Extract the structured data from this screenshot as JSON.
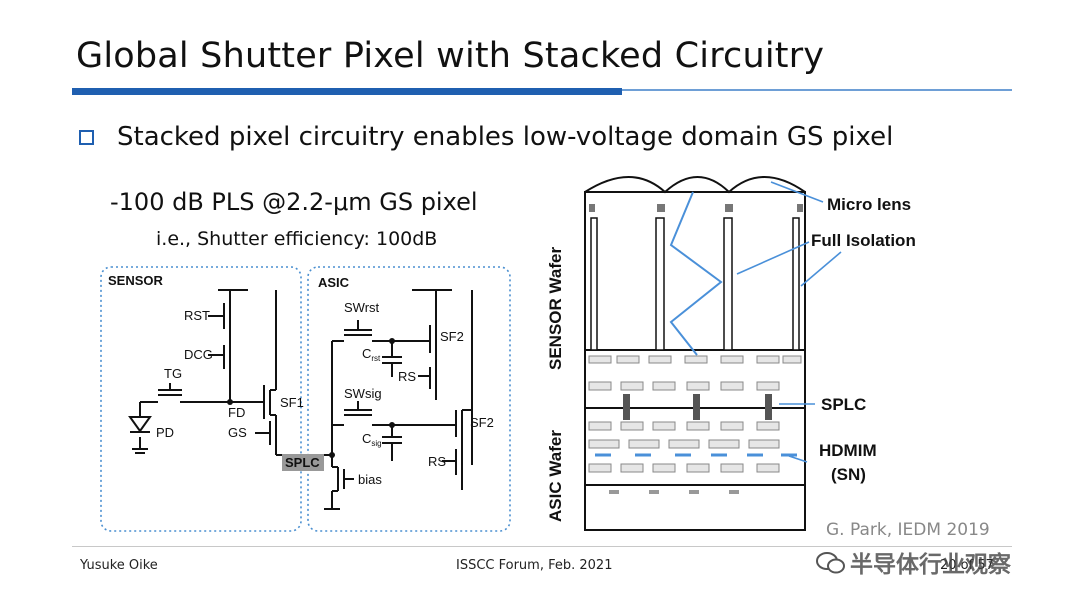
{
  "title": "Global Shutter Pixel with Stacked Circuitry",
  "bullet": "Stacked pixel circuitry enables low-voltage domain GS pixel",
  "pls_line": "-100 dB PLS @2.2-μm GS pixel",
  "efficiency_line": "i.e., Shutter efficiency: 100dB",
  "circuit": {
    "sensor_label": "SENSOR",
    "asic_label": "ASIC",
    "rst": "RST",
    "dcg": "DCG",
    "tg": "TG",
    "fd": "FD",
    "sf1": "SF1",
    "gs": "GS",
    "pd": "PD",
    "splc": "SPLC",
    "swrst": "SWrst",
    "crst_main": "C",
    "crst_sub": "rst",
    "sf2_top": "SF2",
    "rs_top": "RS",
    "swsig": "SWsig",
    "csig_main": "C",
    "csig_sub": "sig",
    "sf2_bottom": "SF2",
    "rs_bottom": "RS",
    "bias": "bias"
  },
  "cross_section": {
    "sensor_wafer": "SENSOR Wafer",
    "asic_wafer": "ASIC Wafer",
    "micro_lens": "Micro lens",
    "full_isolation": "Full Isolation",
    "splc": "SPLC",
    "hdmim": "HDMIM",
    "sn": "(SN)",
    "accent_color": "#4a90d9"
  },
  "credit": "G. Park, IEDM 2019",
  "footer": {
    "author": "Yusuke Oike",
    "event": "ISSCC Forum, Feb. 2021",
    "page": "20 of 57"
  },
  "watermark": "半导体行业观察",
  "colors": {
    "accent": "#1f5fb0",
    "accent_light": "#6e9fd6",
    "circuit_box": "#4a8fd0"
  }
}
